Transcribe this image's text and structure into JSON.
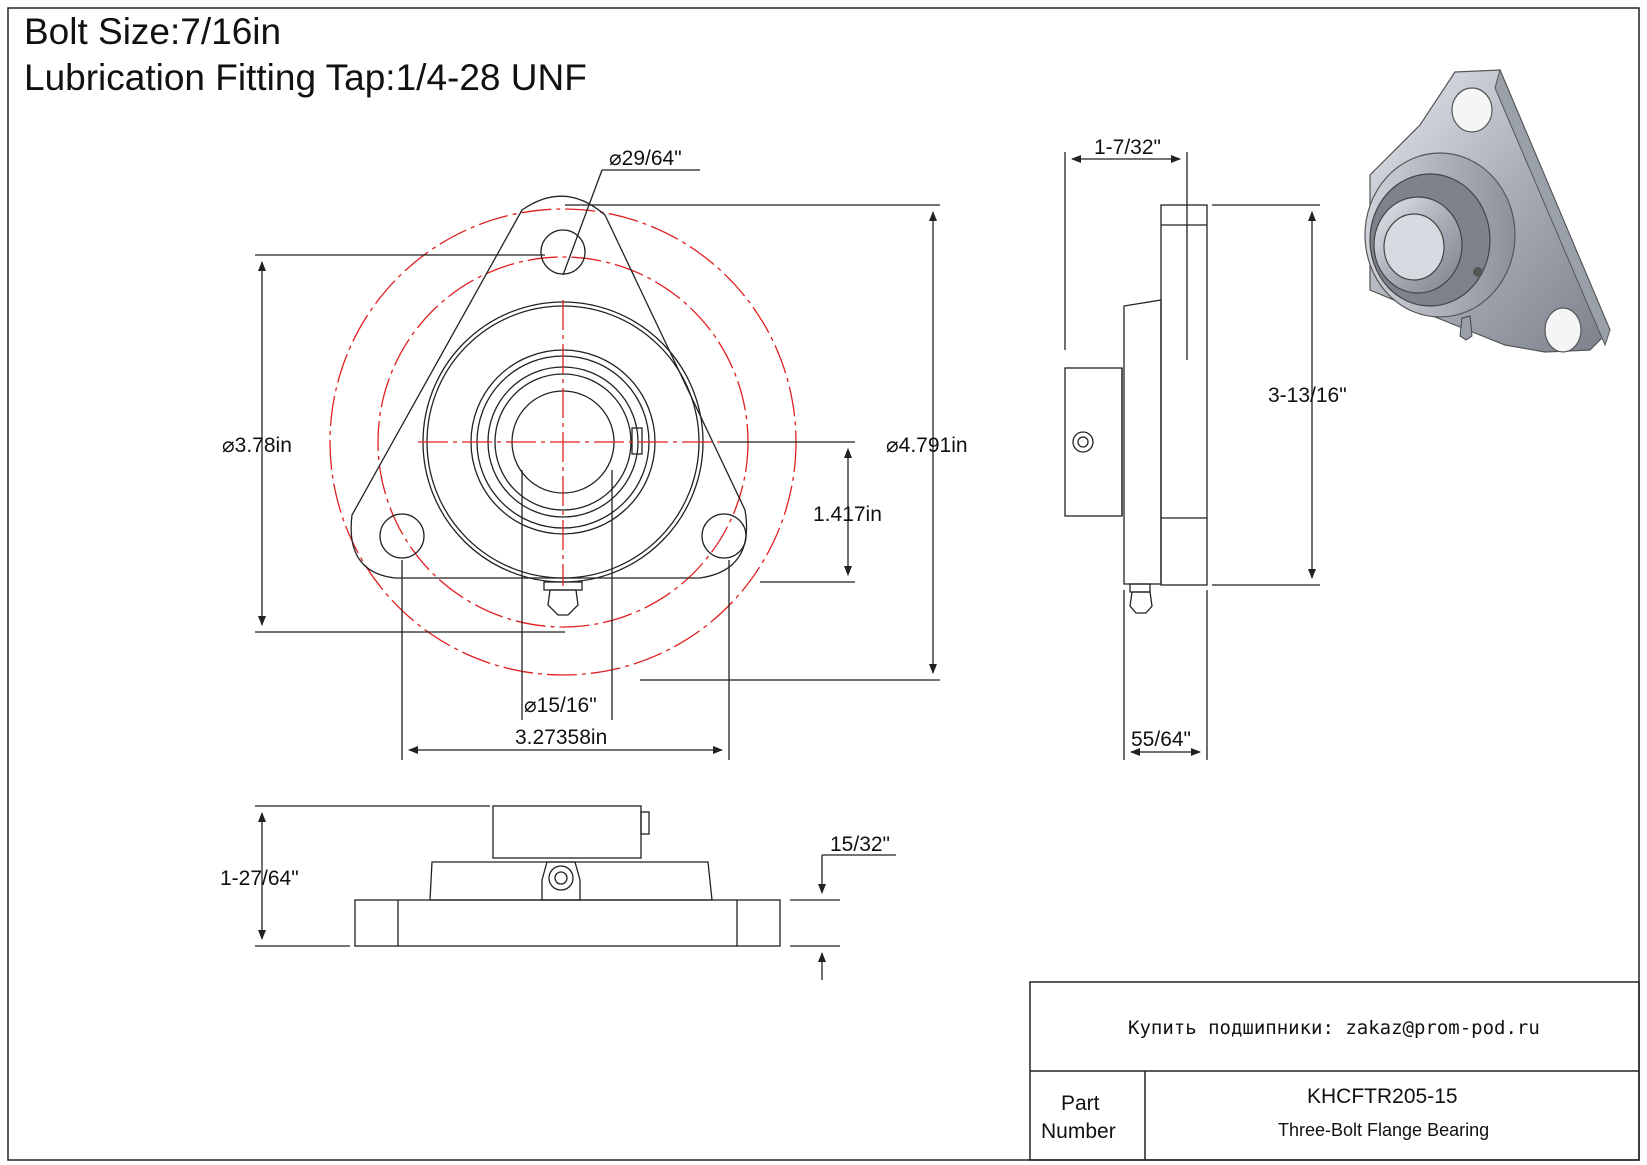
{
  "header": {
    "bolt_size": "Bolt Size:7/16in",
    "fitting_tap": "Lubrication Fitting Tap:1/4-28 UNF"
  },
  "dimensions": {
    "bolt_hole_dia": "29/64\"",
    "bolt_circle_small": "3.78in",
    "bolt_circle_large": "4.791in",
    "center_height": "1.417in",
    "bore_dia": "15/16\"",
    "hole_spacing": "3.27358in",
    "side_width_top": "1-7/32\"",
    "side_height": "3-13/16\"",
    "side_width_bottom": "55/64\"",
    "front_height": "1-27/64\"",
    "flange_thickness": "15/32\""
  },
  "title_block": {
    "contact": "Купить подшипники: zakaz@prom-pod.ru",
    "part_label_line1": "Part",
    "part_label_line2": "Number",
    "part_number": "KHCFTR205-15",
    "description": "Three-Bolt Flange Bearing"
  },
  "colors": {
    "line": "#222222",
    "centerline": "#e02020",
    "metal": "#b8bdc6"
  }
}
